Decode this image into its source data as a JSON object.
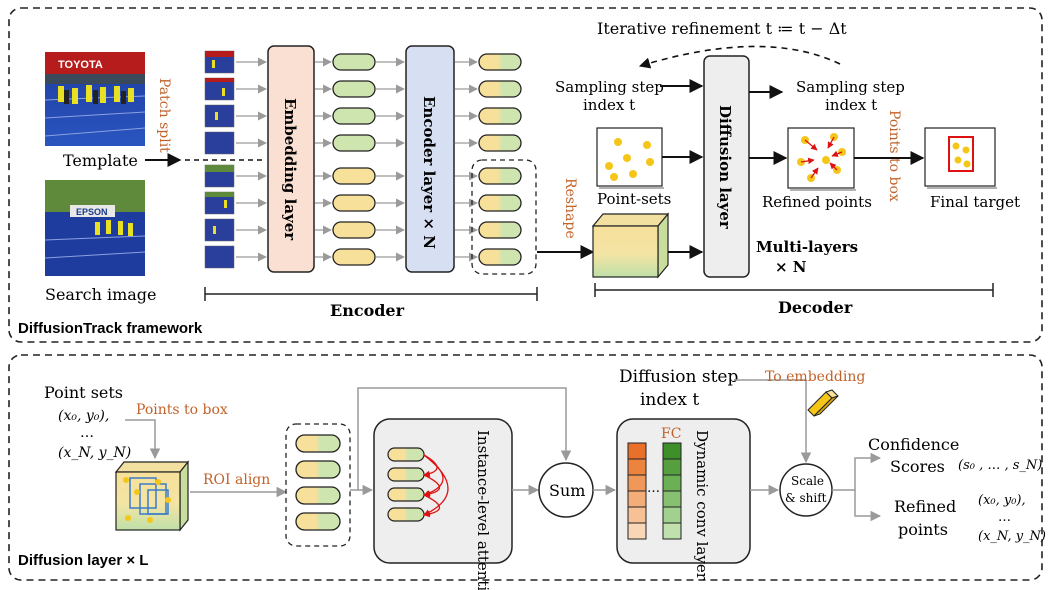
{
  "top": {
    "framework_label": "DiffusionTrack framework",
    "template_label": "Template",
    "search_label": "Search image",
    "patch_split": "Patch split",
    "embedding_layer": "Embedding layer",
    "encoder_layer": "Encoder layer × N",
    "encoder": "Encoder",
    "reshape": "Reshape",
    "iterative_refinement": "Iterative refinement  t ≔ t − Δt",
    "sampling_step_left_1": "Sampling step",
    "sampling_step_left_2": "index t",
    "sampling_step_right_1": "Sampling step",
    "sampling_step_right_2": "index t",
    "point_sets": "Point-sets",
    "diffusion_layer": "Diffusion layer",
    "refined_points": "Refined points",
    "points_to_box": "Points to box",
    "final_target": "Final target",
    "multi_layers_1": "Multi-layers",
    "multi_layers_2": "× N",
    "decoder": "Decoder",
    "photo_sign_1": "TOYOTA",
    "photo_sign_2": "EPSON"
  },
  "bottom": {
    "diffusion_layer_label": "Diffusion layer × L",
    "point_sets": "Point sets",
    "pt_first": "(x₀, y₀),",
    "pt_dots": "…",
    "pt_last": "(x_N, y_N)",
    "points_to_box": "Points to box",
    "roi_align": "ROI align",
    "instance_attention": "Instance-level attention",
    "sum": "Sum",
    "diffusion_step_1": "Diffusion step",
    "diffusion_step_2": "index t",
    "to_embedding": "To embedding",
    "fc": "FC",
    "dynamic_conv": "Dynamic conv layer",
    "scale_shift_1": "Scale",
    "scale_shift_2": "& shift",
    "confidence_1": "Confidence",
    "confidence_2": "Scores",
    "scores_values": "(s₀ , … , s_N)",
    "refined_1": "Refined",
    "refined_2": "points",
    "refined_first": "(x₀, y₀),",
    "refined_dots": "…",
    "refined_last": "(x_N, y_N)"
  },
  "colors": {
    "orange_text": "#c0622a",
    "token_green": "#cfe5b0",
    "token_yellow": "#f7e09a",
    "embed_fill": "#f9e0d2",
    "encoder_fill": "#d7e0f2",
    "panel_fill": "#eeeeee",
    "track_blue": "#2a3f9b"
  }
}
